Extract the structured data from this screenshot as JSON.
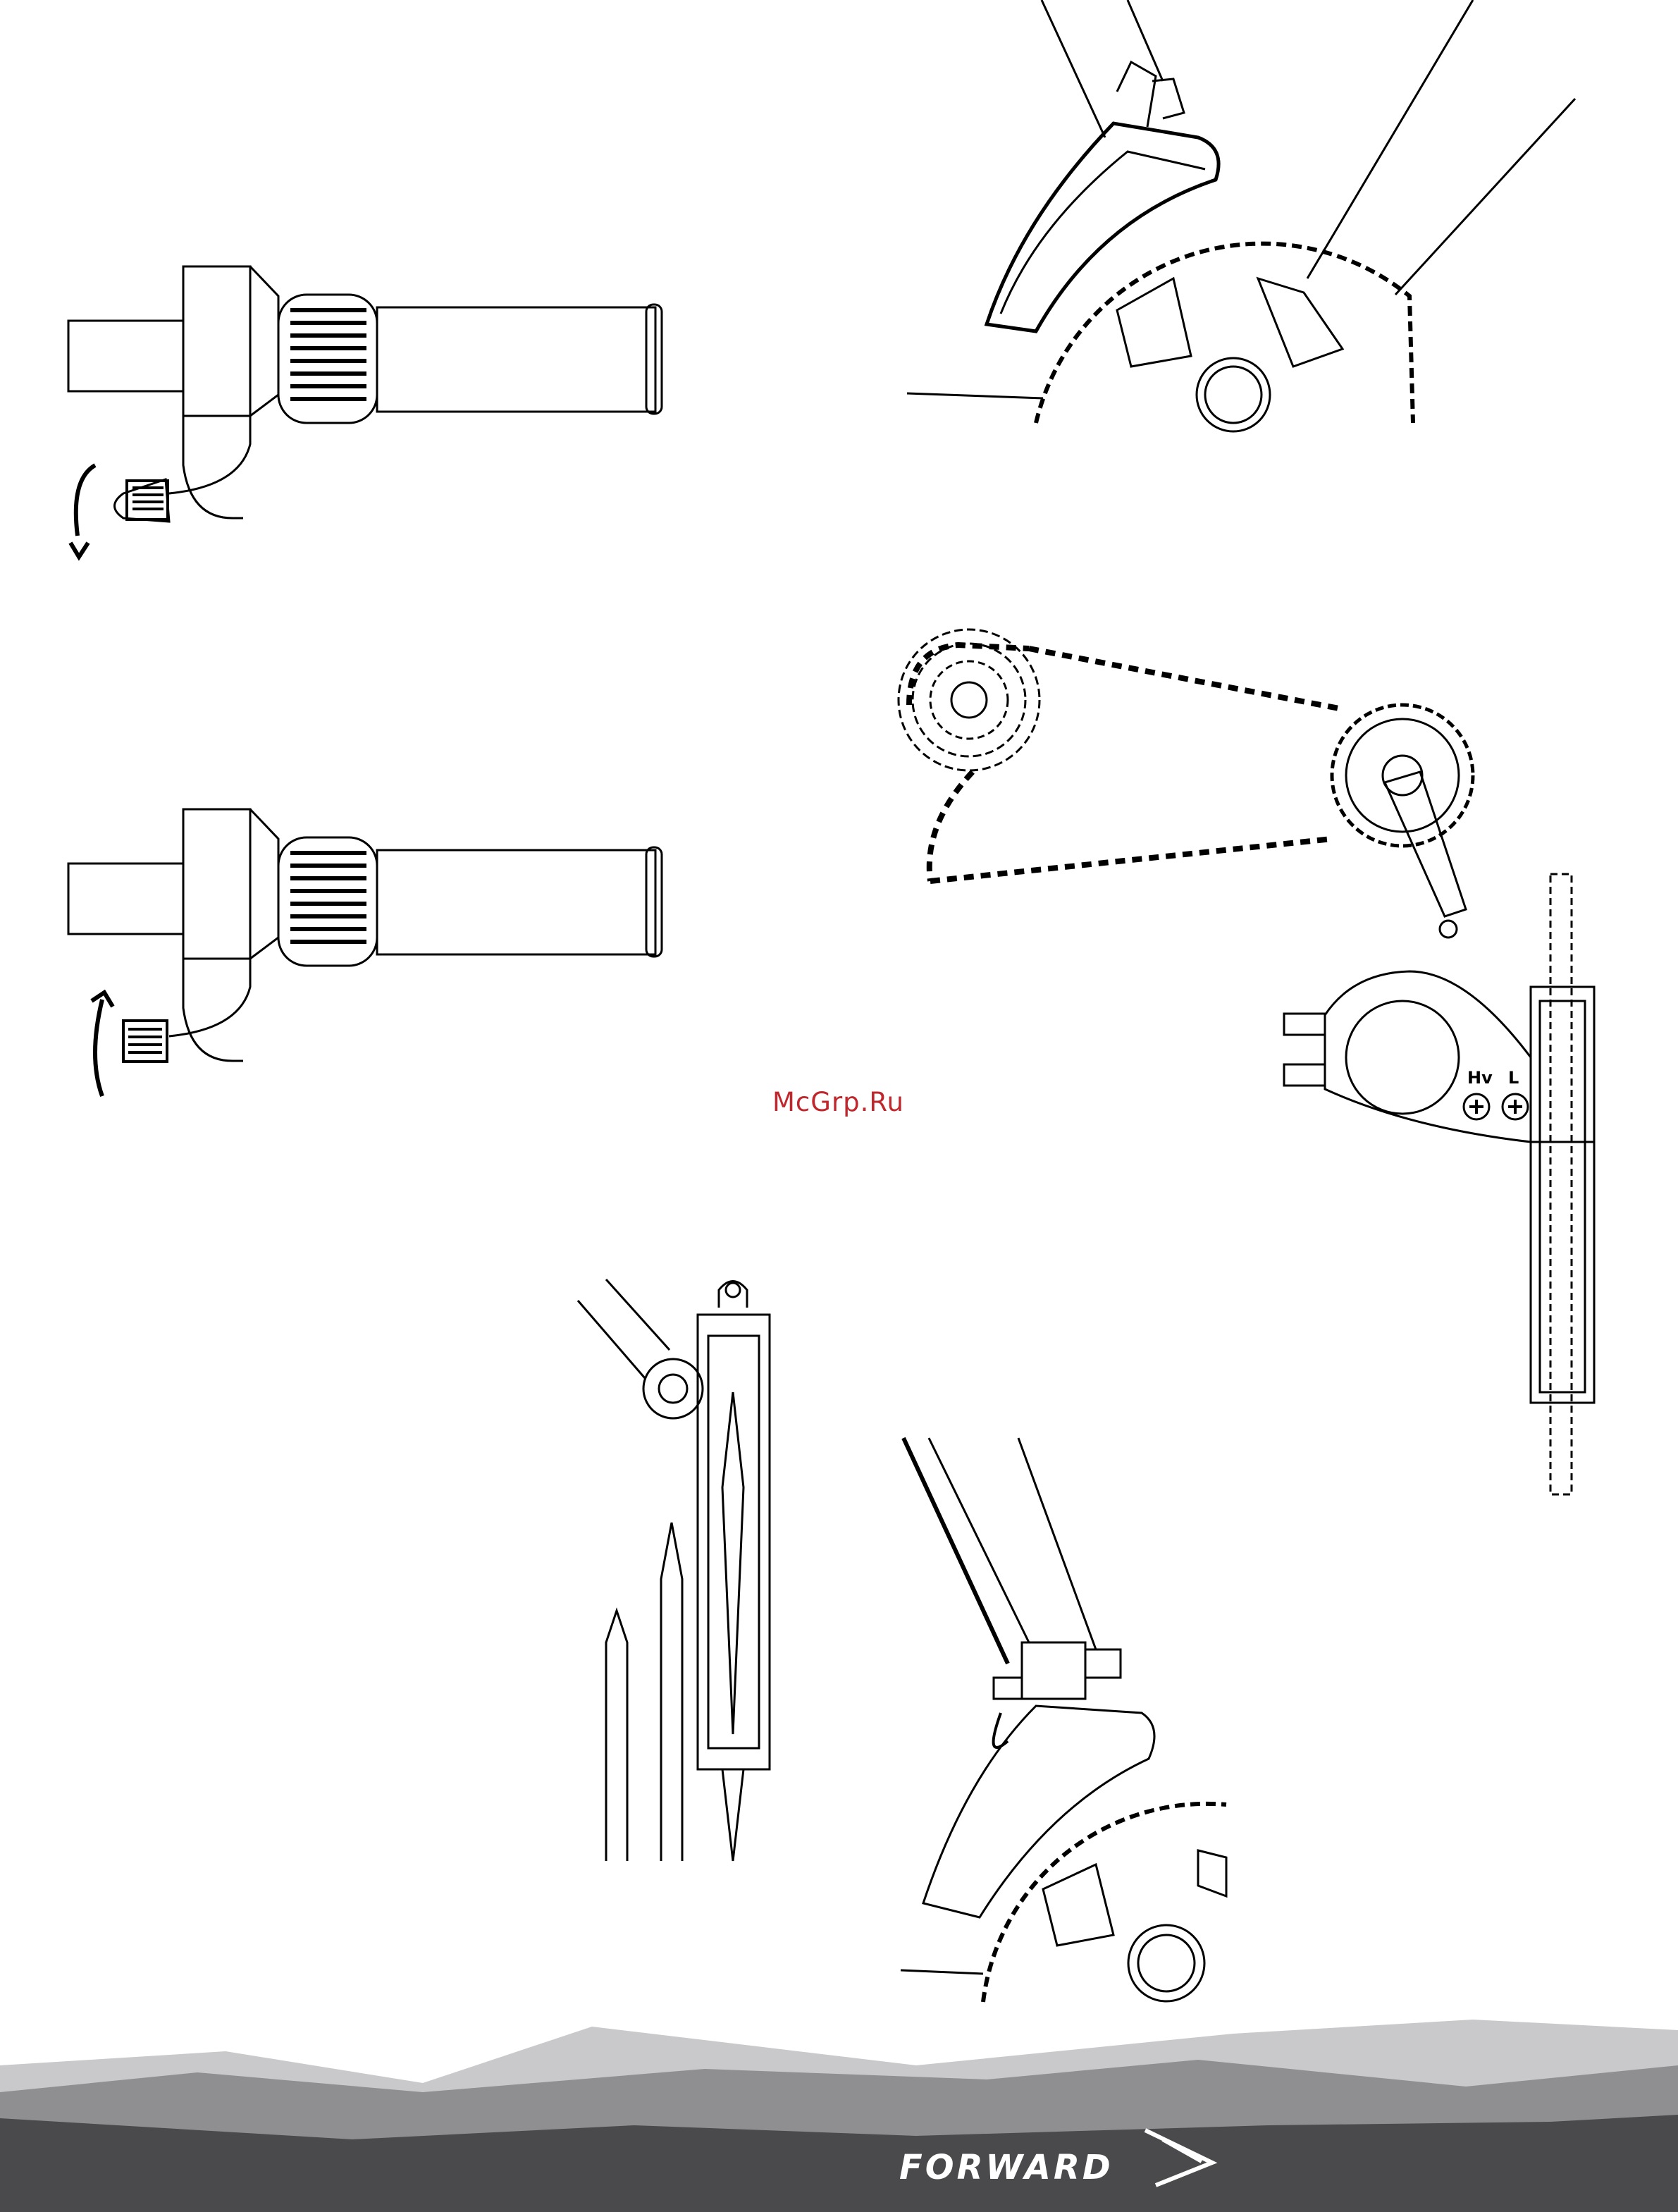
{
  "watermark": {
    "text": "McGrp.Ru",
    "color": "#c0272d"
  },
  "derailleur_labels": {
    "high": "Hv",
    "low": "L"
  },
  "footer": {
    "brand": "FORWARD",
    "colors": {
      "dark": "#4a4a4c",
      "mid": "#8f8f91",
      "light": "#c9c9cb"
    }
  },
  "icons": {
    "shifter_top": "twist-shifter-icon",
    "shifter_bottom": "twist-shifter-icon",
    "front_derailleur_top": "front-derailleur-icon",
    "drivetrain": "chain-drivetrain-icon",
    "derailleur_clamp": "derailleur-clamp-icon",
    "cable_end": "cable-crimp-icon",
    "front_derailleur_bottom": "front-derailleur-icon"
  }
}
